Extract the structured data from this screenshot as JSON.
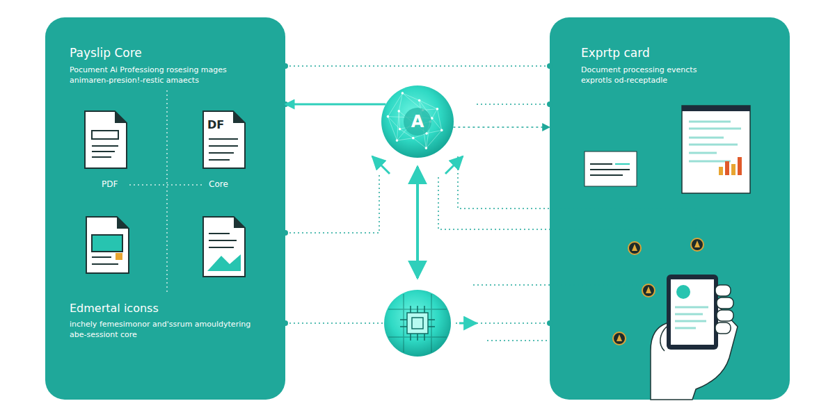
{
  "diagram": {
    "nodes": [
      {
        "text": [
          "Payslip Core",
          "Pocument Ai Professiong rosesing mages animaren-presion!-restic amaects",
          "Edmertal iconss",
          "inchely femesimonor and'ssrum amouldytering abe-sessiont core"
        ]
      },
      {
        "text": [
          "Exprtp card",
          "Document processing evencts exprotls od-receptadle"
        ]
      },
      {
        "text": [
          "A"
        ]
      }
    ],
    "edges": [
      {
        "from": 2,
        "to": 0,
        "arrow": "to"
      },
      {
        "from": 2,
        "to": 1,
        "arrow": "to"
      }
    ],
    "labels": [
      "DF",
      "PDF",
      "Core"
    ]
  }
}
